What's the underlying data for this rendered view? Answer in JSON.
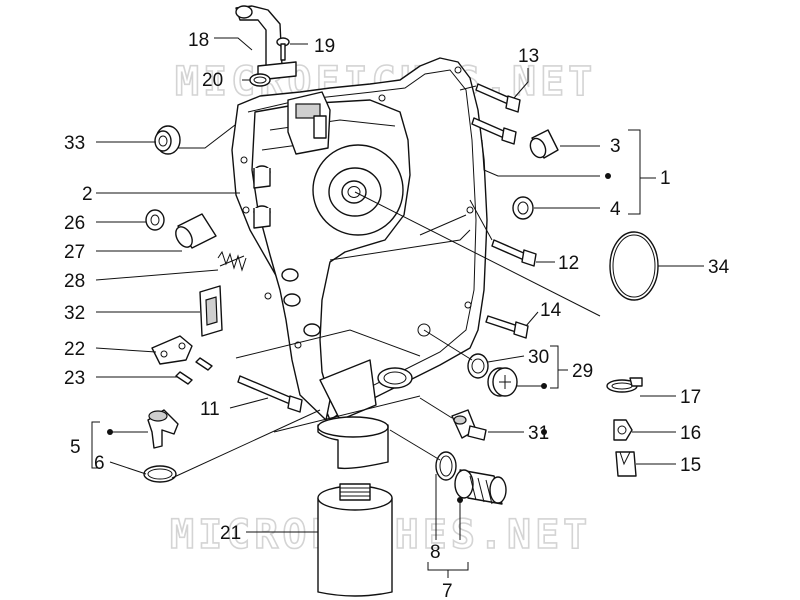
{
  "watermark": "MICROFICHES.NET",
  "labels": {
    "l1": "1",
    "l2": "2",
    "l3": "3",
    "l4": "4",
    "l5": "5",
    "l6": "6",
    "l7": "7",
    "l8": "8",
    "l11": "11",
    "l12": "12",
    "l13": "13",
    "l14": "14",
    "l15": "15",
    "l16": "16",
    "l17": "17",
    "l18": "18",
    "l19": "19",
    "l20": "20",
    "l21": "21",
    "l22": "22",
    "l23": "23",
    "l26": "26",
    "l27": "27",
    "l28": "28",
    "l29": "29",
    "l30": "30",
    "l31": "31",
    "l32": "32",
    "l33": "33",
    "l34": "34"
  }
}
